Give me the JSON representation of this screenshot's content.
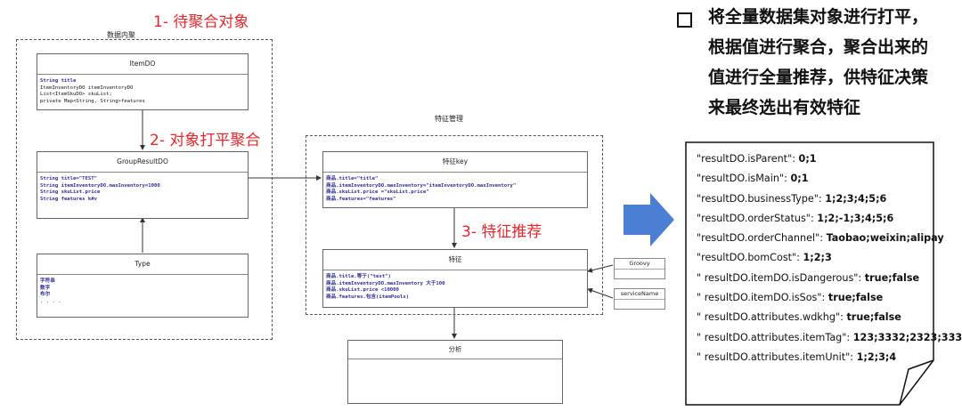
{
  "steps": {
    "step1": "1- 待聚合对象",
    "step2": "2- 对象打平聚合",
    "step3": "3- 特征推荐"
  },
  "data_domain": {
    "title": "数据内聚",
    "item_do": {
      "title": "ItemDO",
      "lines": [
        "String title",
        "ItemInventoryDO itemInventoryDO",
        "List<ItemSkuDO> skuList;",
        "private Map<String, String>features"
      ]
    },
    "group_result_do": {
      "title": "GroupResultDO",
      "lines": [
        "String title=\"TEST\"",
        "String itemInventoryDO.maxInventory=1000",
        "String skuList.price",
        "String features k#v"
      ]
    },
    "type": {
      "title": "Type",
      "lines": [
        "字符串",
        "数字",
        "布尔",
        ". . . ."
      ]
    }
  },
  "feature_mgmt": {
    "title": "特征管理",
    "feature_key": {
      "title": "特征key",
      "lines": [
        "商品.title=\"title\"",
        "商品.itemInventoryDO.maxInventory=\"itemInventoryDO.maxInventory\"",
        "商品.skuList.price =\"skuList.price\"",
        "商品.features=\"features\""
      ]
    },
    "feature": {
      "title": "特征",
      "lines": [
        "商品.title.等于(\"test\")",
        "商品.itemInventoryDO.maxInventory 大于100",
        "商品.skuList.price <10000",
        "商品.features.包含(itemPools)"
      ]
    },
    "groovy": "Groovy",
    "service_name": "serviceName"
  },
  "analysis": {
    "title": "分析"
  },
  "bullet": {
    "lines": [
      "将全量数据集对象进行打平，",
      "根据值进行聚合，聚合出来的",
      "值进行全量推荐，供特征决策",
      "来最终选出有效特征"
    ]
  },
  "note": {
    "rows": [
      {
        "k": "\"resultDO.isParent\": ",
        "v": "0;1"
      },
      {
        "k": "\"resultDO.isMain\": ",
        "v": "0;1"
      },
      {
        "k": "\"resultDO.businessType\": ",
        "v": "1;2;3;4;5;6"
      },
      {
        "k": "\"resultDO.orderStatus\": ",
        "v": "1;2;-1;3;4;5;6"
      },
      {
        "k": "\"resultDO.orderChannel\": ",
        "v": "Taobao;weixin;alipay"
      },
      {
        "k": "\"resultDO.bomCost\": ",
        "v": "1;2;3"
      },
      {
        "k": "\" resultDO.itemDO.isDangerous\": ",
        "v": "true;false"
      },
      {
        "k": "\" resultDO.itemDO.isSos\": ",
        "v": "true;false"
      },
      {
        "k": "\" resultDO.attributes.wdkhg\": ",
        "v": "true;false"
      },
      {
        "k": "\" resultDO.attributes.itemTag\": ",
        "v": "123;3332;2323;333"
      },
      {
        "k": "\" resultDO.attributes.itemUnit\": ",
        "v": "1;2;3;4"
      }
    ]
  },
  "colors": {
    "step_red": "#e8262b",
    "arrow_blue": "#4a7fd4",
    "keyword_blue": "#2c2c9a"
  }
}
